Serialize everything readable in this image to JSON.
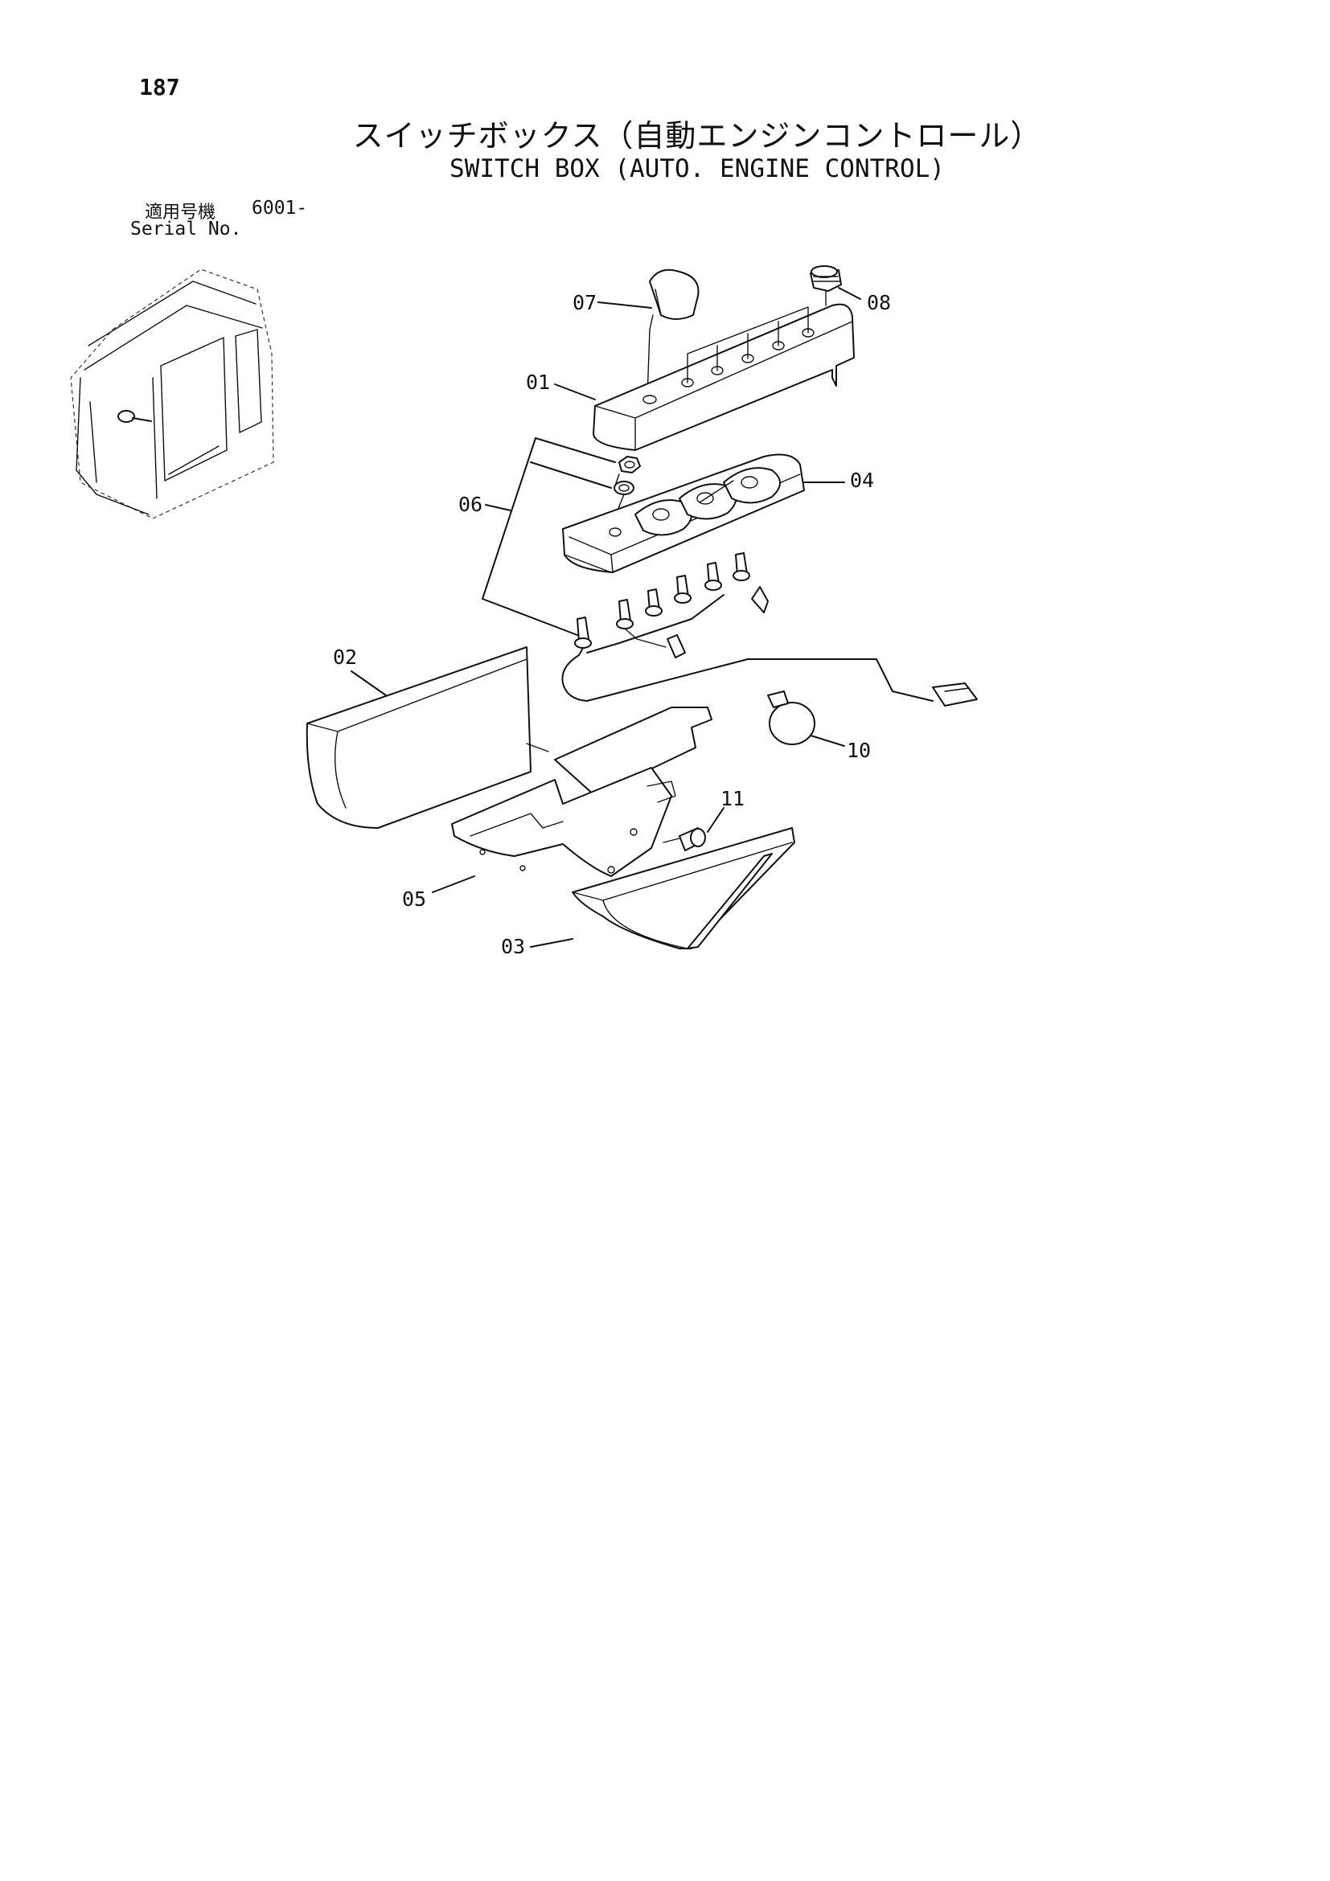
{
  "page_number": "187",
  "title_ja": "スイッチボックス（自動エンジンコントロール）",
  "title_en": "SWITCH BOX (AUTO. ENGINE CONTROL)",
  "serial": {
    "label_ja": "適用号機",
    "label_en": "Serial No.",
    "value": "6001-"
  },
  "callouts": {
    "c01": "01",
    "c02": "02",
    "c03": "03",
    "c04": "04",
    "c05": "05",
    "c06": "06",
    "c07": "07",
    "c08": "08",
    "c10": "10",
    "c11": "11"
  }
}
